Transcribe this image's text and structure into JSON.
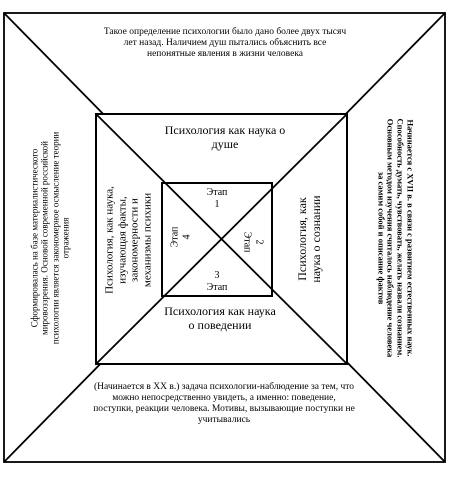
{
  "outer": {
    "top": "Такое определение психологии было дано более двух тысяч лет назад. Наличием душ пытались объяснить все непонятные явления в жизни человека",
    "left": "Сформировалась на базе материалистического мировоззрения. Основой современной российской психологии является закономерное осмысление теории отражения",
    "right": "Начинается с XVII в. в связи с развитием естественных наук. Способность думать, чувствовать, желать назвали сознанием. Основным методом изучения считалось наблюдение человека за самим собой и описание фактов",
    "bottom": "(Начинается в XX в.) задача психологии-наблюдение за тем, что можно непосредственно увидеть, а именно: поведение, поступки, реакции человека. Мотивы, вызывающие поступки не учитывались"
  },
  "middle": {
    "top": "Психология как наука о душе",
    "left": "Психология, как наука, изучающая факты, закономерности и механизмы психики",
    "right": "Психология, как наука о сознании",
    "bottom": "Психология как наука о поведении"
  },
  "inner": {
    "top": {
      "label": "Этап",
      "num": "1"
    },
    "right": {
      "label": "Этап",
      "num": "2"
    },
    "bottom": {
      "label": "Этап",
      "num": "3"
    },
    "left": {
      "label": "Этап",
      "num": "4"
    }
  }
}
